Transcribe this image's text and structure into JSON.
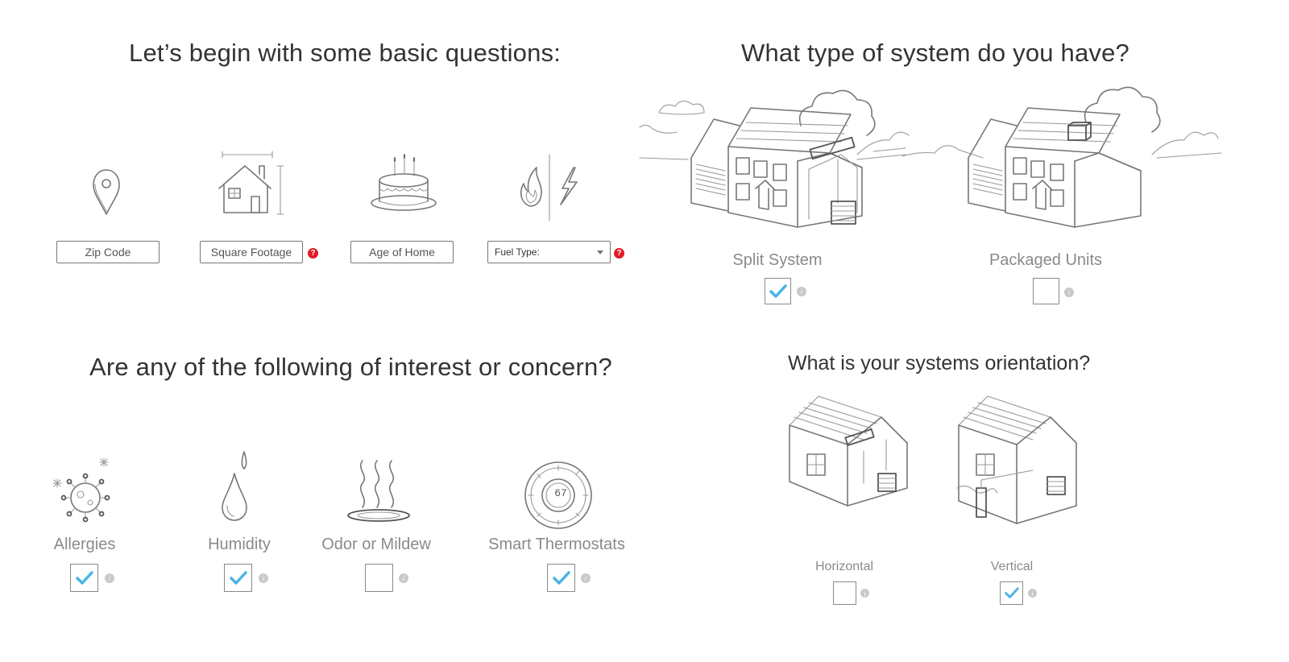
{
  "basic": {
    "title": "Let’s begin with some basic questions:",
    "zip_placeholder": "Zip Code",
    "sqft_placeholder": "Square Footage",
    "age_placeholder": "Age of Home",
    "fuel_label": "Fuel Type:"
  },
  "system_type": {
    "title": "What type of system do you have?",
    "split_label": "Split System",
    "split_checked": true,
    "packaged_label": "Packaged Units",
    "packaged_checked": false
  },
  "interests": {
    "title": "Are any of the following of interest or concern?",
    "allergies_label": "Allergies",
    "allergies_checked": true,
    "humidity_label": "Humidity",
    "humidity_checked": true,
    "odor_label": "Odor or Mildew",
    "odor_checked": false,
    "thermostat_label": "Smart Thermostats",
    "thermostat_checked": true,
    "thermostat_reading": "67"
  },
  "orientation": {
    "title": "What is your systems orientation?",
    "horizontal_label": "Horizontal",
    "horizontal_checked": false,
    "vertical_label": "Vertical",
    "vertical_checked": true
  },
  "glyphs": {
    "help": "?",
    "info": "i"
  },
  "colors": {
    "check": "#4ab3e6",
    "help": "#e01b22",
    "text": "#333333",
    "label": "#8a8a8a"
  }
}
